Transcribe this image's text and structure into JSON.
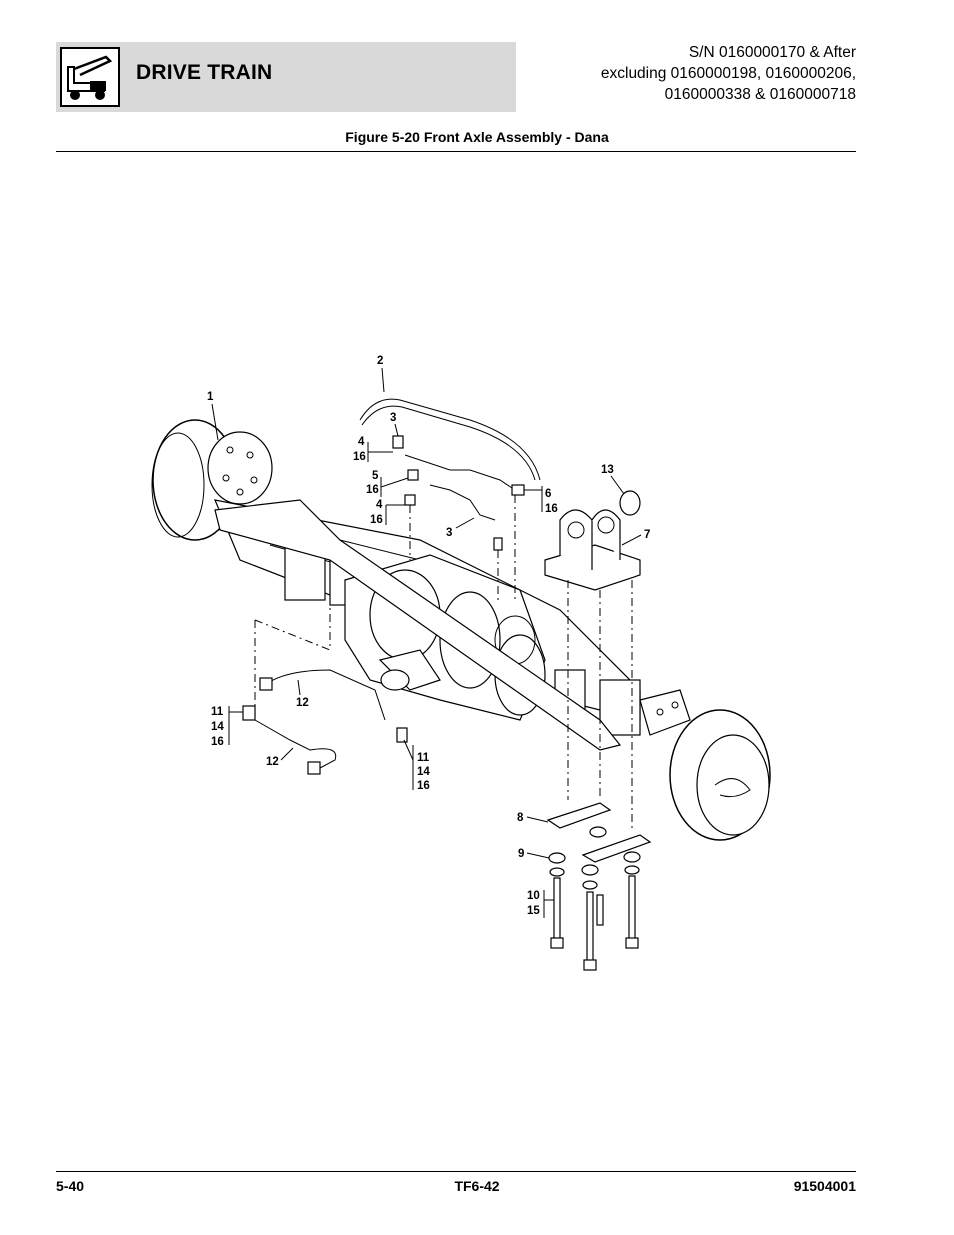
{
  "header": {
    "section_title": "DRIVE TRAIN",
    "serial_lines": [
      "S/N 0160000170 & After",
      "excluding 0160000198, 0160000206,",
      "0160000338 & 0160000718"
    ]
  },
  "figure": {
    "title": "Figure 5-20 Front Axle Assembly - Dana",
    "callouts": {
      "c1": "1",
      "c2": "2",
      "c3a": "3",
      "c3b": "3",
      "c4a": "4",
      "c16a": "16",
      "c5": "5",
      "c16b": "16",
      "c4b": "4",
      "c16c": "16",
      "c6": "6",
      "c16d": "16",
      "c13": "13",
      "c7": "7",
      "c12a": "12",
      "c12b": "12",
      "c11a": "11",
      "c14a": "14",
      "c16e": "16",
      "c11b": "11",
      "c14b": "14",
      "c16f": "16",
      "c8": "8",
      "c9": "9",
      "c10": "10",
      "c15": "15"
    }
  },
  "footer": {
    "page": "5-40",
    "model": "TF6-42",
    "manual_number": "91504001"
  }
}
